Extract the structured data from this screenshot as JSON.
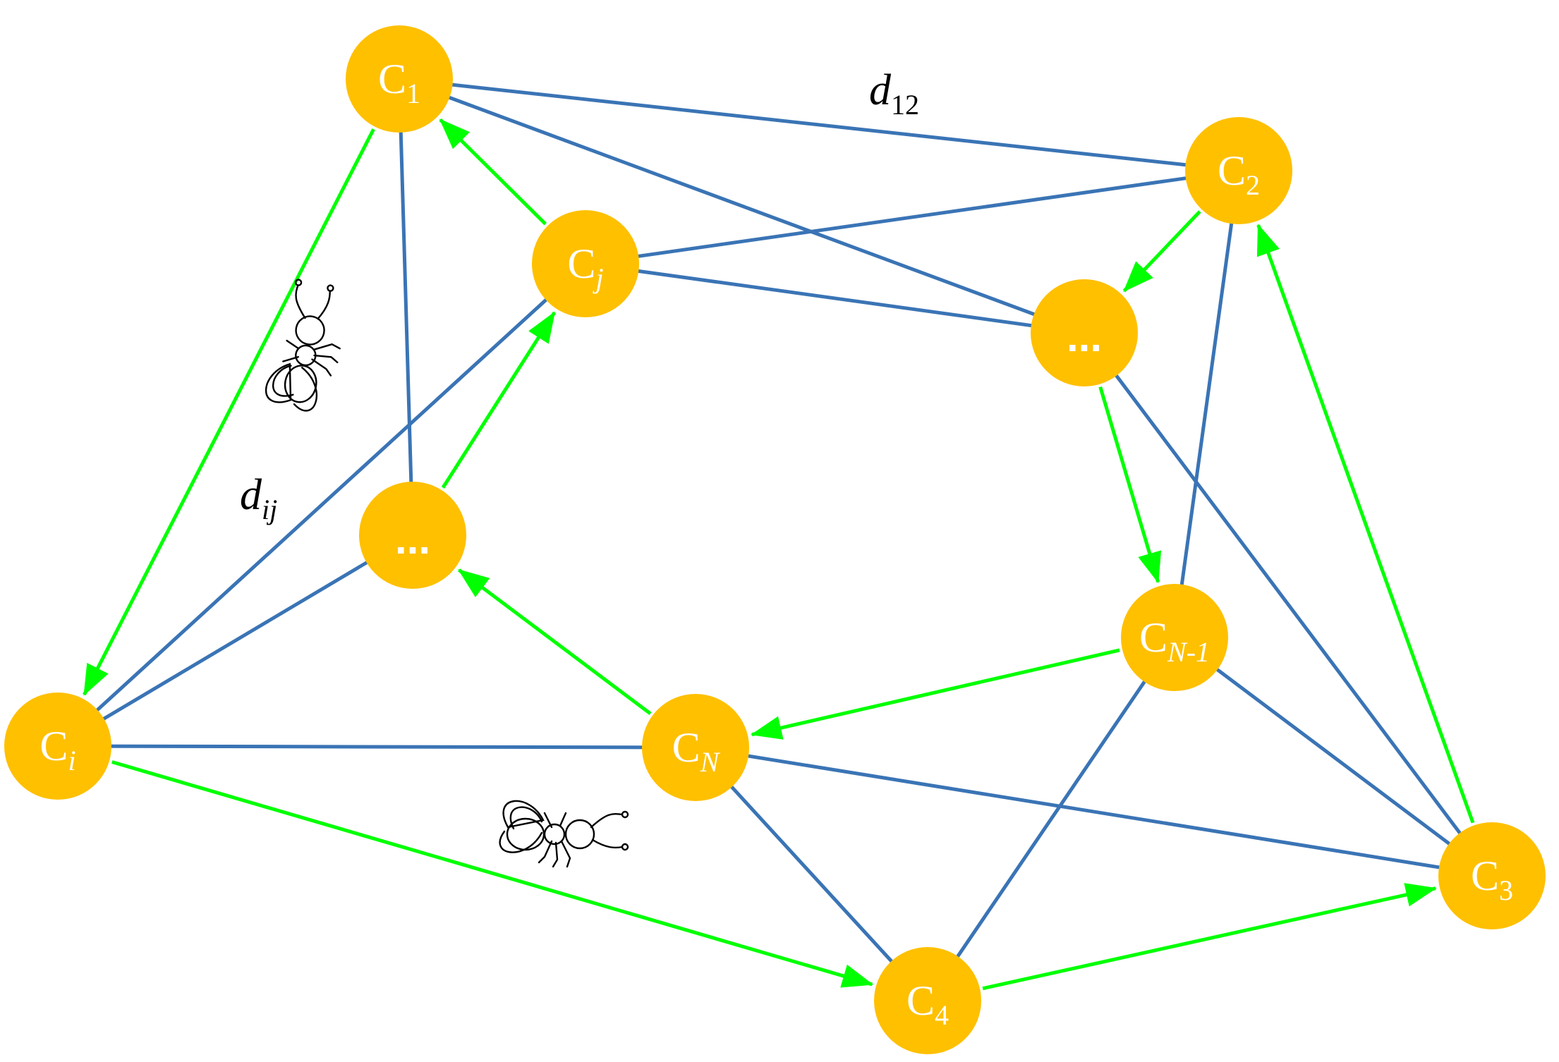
{
  "colors": {
    "node_fill": "#FFC000",
    "undirected_edge": "#3A74B5",
    "path_edge": "#00FF00",
    "label_text": "#FFFFFF",
    "annotation_text": "#000000"
  },
  "nodes": [
    {
      "id": "c1",
      "letter": "C",
      "sub": "1",
      "sub_italic": false
    },
    {
      "id": "c2",
      "letter": "C",
      "sub": "2",
      "sub_italic": false
    },
    {
      "id": "c3",
      "letter": "C",
      "sub": "3",
      "sub_italic": false
    },
    {
      "id": "c4",
      "letter": "C",
      "sub": "4",
      "sub_italic": false
    },
    {
      "id": "cj",
      "letter": "C",
      "sub": "j",
      "sub_italic": true
    },
    {
      "id": "ci",
      "letter": "C",
      "sub": "i",
      "sub_italic": true
    },
    {
      "id": "cn",
      "letter": "C",
      "sub": "N",
      "sub_italic": true
    },
    {
      "id": "cn1",
      "letter": "C",
      "sub": "N-1",
      "sub_italic": true
    },
    {
      "id": "dots_a",
      "dots": "..."
    },
    {
      "id": "dots_b",
      "dots": "..."
    }
  ],
  "undirected_edges": [
    [
      "c1",
      "c2"
    ],
    [
      "c1",
      "dots_b"
    ],
    [
      "c1",
      "dots_a"
    ],
    [
      "cj",
      "c2"
    ],
    [
      "cj",
      "dots_b"
    ],
    [
      "cj",
      "ci"
    ],
    [
      "ci",
      "dots_a"
    ],
    [
      "ci",
      "cn"
    ],
    [
      "cn",
      "c3"
    ],
    [
      "cn",
      "c4"
    ],
    [
      "c4",
      "cn1"
    ],
    [
      "cn1",
      "c2"
    ],
    [
      "cn1",
      "c3"
    ],
    [
      "dots_b",
      "c3"
    ]
  ],
  "path_edges": [
    [
      "c1",
      "ci"
    ],
    [
      "ci",
      "c4"
    ],
    [
      "c4",
      "c3"
    ],
    [
      "c3",
      "c2"
    ],
    [
      "c2",
      "dots_b"
    ],
    [
      "dots_b",
      "cn1"
    ],
    [
      "cn1",
      "cn"
    ],
    [
      "cn",
      "dots_a"
    ],
    [
      "dots_a",
      "cj"
    ],
    [
      "cj",
      "c1"
    ]
  ],
  "edge_labels": [
    {
      "id": "d12",
      "letter": "d",
      "sub": "12"
    },
    {
      "id": "dij",
      "letter": "d",
      "sub": "ij"
    }
  ],
  "ants": [
    {
      "id": "ant-on-c1-ci-edge",
      "icon": "ant-icon"
    },
    {
      "id": "ant-on-ci-c4-edge",
      "icon": "ant-icon"
    }
  ]
}
